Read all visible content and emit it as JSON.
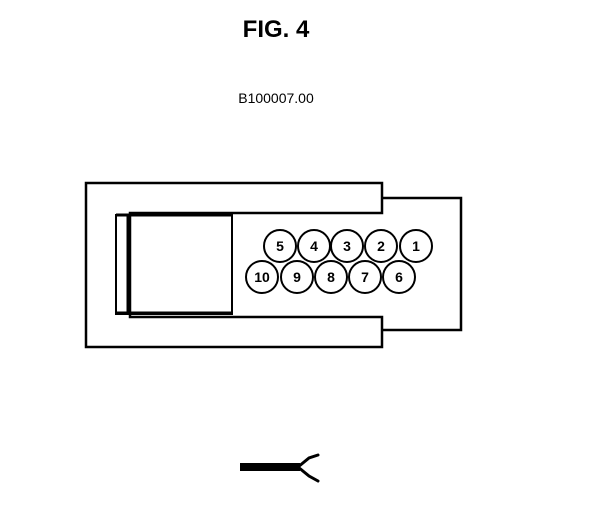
{
  "figure": {
    "title": "FIG. 4",
    "code": "B100007.00"
  },
  "connector": {
    "pins_top_row": [
      "5",
      "4",
      "3",
      "2",
      "1"
    ],
    "pins_bottom_row": [
      "10",
      "9",
      "8",
      "7",
      "6"
    ]
  }
}
